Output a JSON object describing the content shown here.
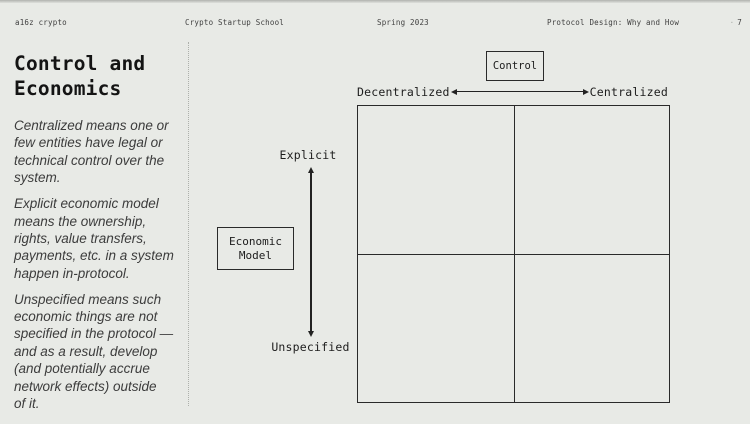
{
  "header": {
    "brand": "a16z crypto",
    "program": "Crypto Startup School",
    "term": "Spring 2023",
    "deck_title": "Protocol Design: Why and How",
    "page_separator": "·",
    "page_number": "7"
  },
  "content": {
    "title": "Control and\nEconomics",
    "paragraphs": [
      "Centralized means one or\nfew entities have legal or\ntechnical control over the\nsystem.",
      "Explicit economic model\nmeans the ownership,\nrights, value transfers,\npayments, etc. in a system\nhappen in-protocol.",
      "Unspecified means such\neconomic things are not\nspecified in the protocol —\nand as a result, develop\n(and potentially accrue\nnetwork effects) outside\nof it."
    ]
  },
  "diagram": {
    "control_label": "Control",
    "economic_model_label": "Economic\nModel",
    "x_axis_left": "Decentralized",
    "x_axis_right": "Centralized",
    "y_axis_top": "Explicit",
    "y_axis_bottom": "Unspecified"
  },
  "colors": {
    "background": "#e8eae6",
    "ink": "#1d1d1d",
    "line": "#2a2a2a"
  }
}
